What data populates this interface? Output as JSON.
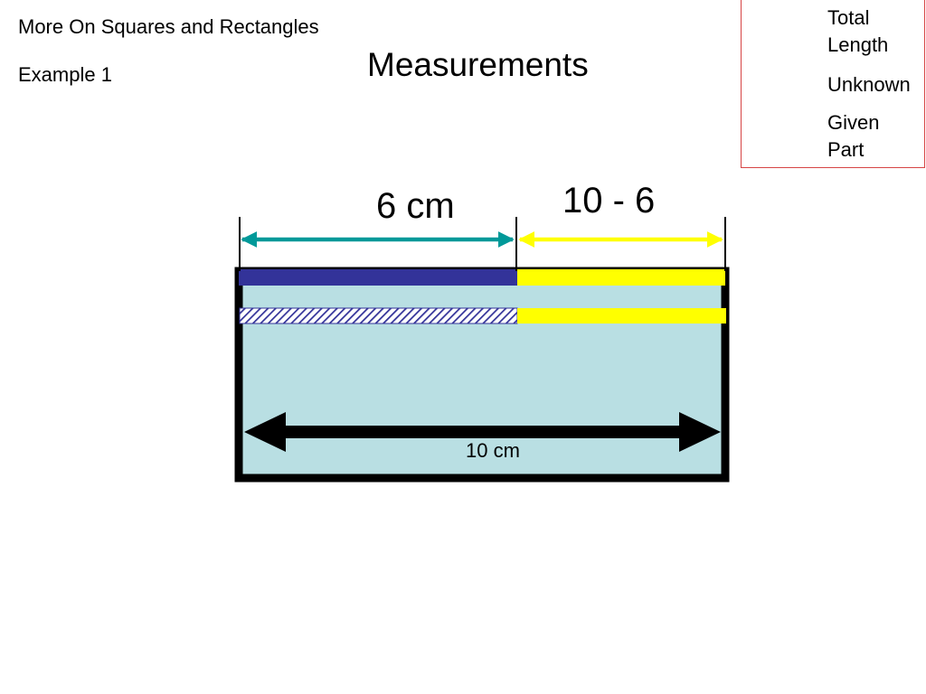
{
  "slide": {
    "title": "More On Squares and Rectangles",
    "example": "Example 1",
    "heading": "Measurements"
  },
  "legend": {
    "total_label": "Total Length",
    "unknown_label": "Unknown",
    "given_label": "Given Part"
  },
  "dimensions": {
    "given_label": "6 cm",
    "unknown_label": "10 - 6",
    "total_label": "10 cm"
  },
  "measurements": {
    "total_cm": 10,
    "given_cm": 6,
    "unknown_cm": 4
  },
  "colors": {
    "given": "#333399",
    "unknown": "#ffff00",
    "given_dimension": "#009999",
    "rectangle_fill": "#b9dfe3",
    "rectangle_border": "#000000",
    "legend_border": "#d64545"
  }
}
